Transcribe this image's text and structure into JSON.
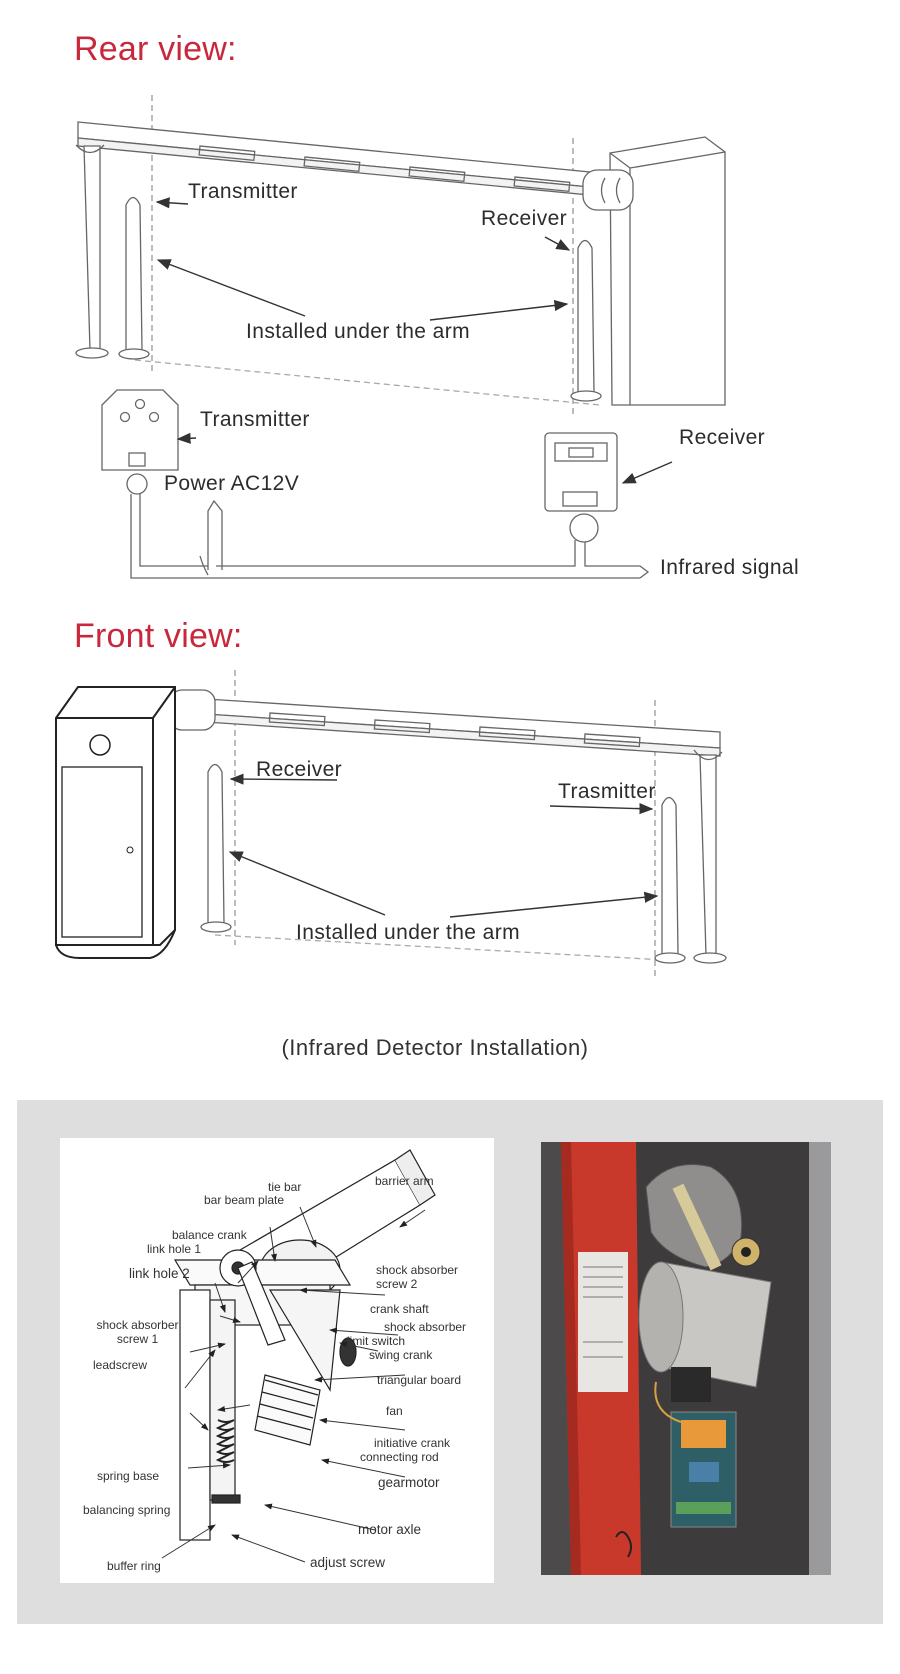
{
  "headings": {
    "rear": "Rear view:",
    "front": "Front view:"
  },
  "rear_view": {
    "transmitter": "Transmitter",
    "receiver": "Receiver",
    "installed": "Installed under the arm",
    "transmitter_box": "Transmitter",
    "power": "Power AC12V",
    "receiver_box": "Receiver",
    "infrared": "Infrared signal"
  },
  "front_view": {
    "receiver": "Receiver",
    "transmitter": "Trasmitter",
    "installed": "Installed under the arm"
  },
  "caption": "(Infrared Detector Installation)",
  "parts": {
    "tie_bar": "tie bar",
    "barrier_arm": "barrier arm",
    "bar_beam_plate": "bar beam plate",
    "balance_crank": "balance crank",
    "link_hole_1": "link hole 1",
    "link_hole_2": "link hole 2",
    "shock_absorber_screw_2": "shock absorber screw 2",
    "crank_shaft": "crank shaft",
    "shock_absorber_screw_1": "shock absorber screw 1",
    "shock_absorber": "shock absorber",
    "limit_switch": "limit switch",
    "swing_crank": "swing crank",
    "leadscrew": "leadscrew",
    "triangular_board": "triangular board",
    "fan": "fan",
    "initiative_crank": "initiative crank",
    "connecting_rod": "connecting rod",
    "spring_base": "spring base",
    "gearmotor": "gearmotor",
    "balancing_spring": "balancing spring",
    "motor_axle": "motor axle",
    "buffer_ring": "buffer ring",
    "adjust_screw": "adjust screw"
  },
  "colors": {
    "heading": "#c8283c",
    "line": "#555555",
    "panel_bg": "#dedede",
    "cabinet_red": "#c8392c"
  }
}
